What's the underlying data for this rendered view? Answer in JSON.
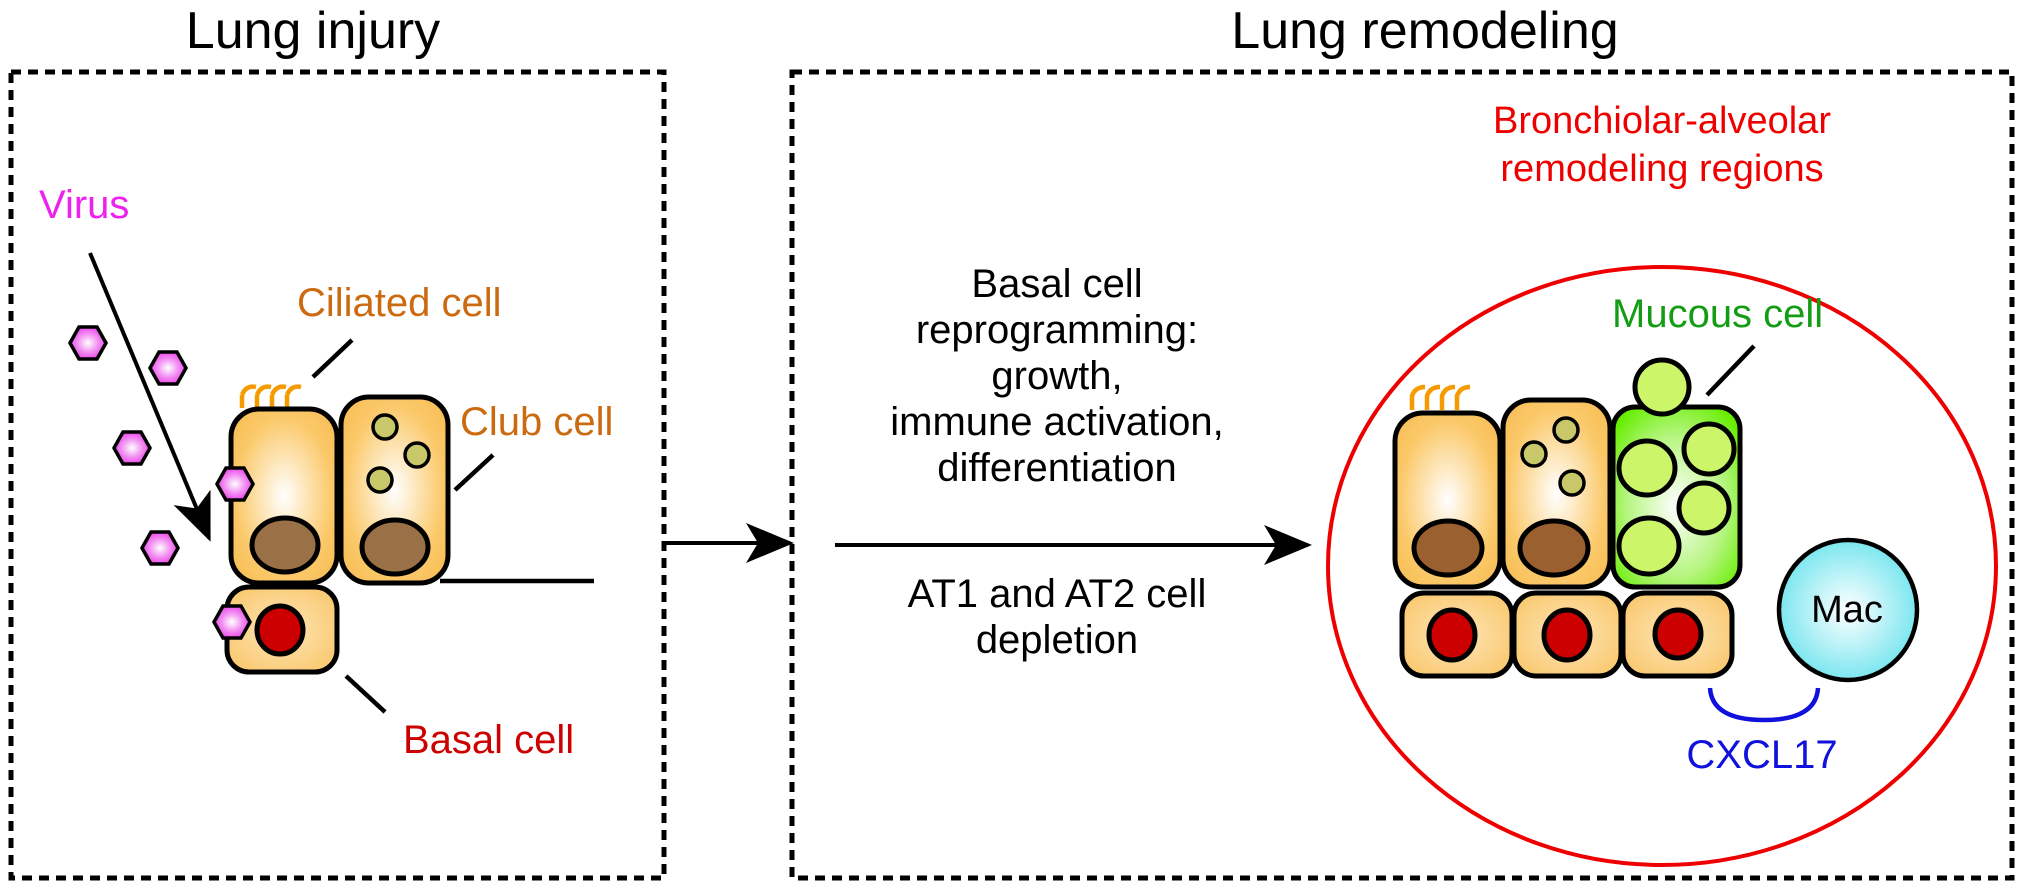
{
  "panels": {
    "injury": {
      "title": "Lung injury",
      "labels": {
        "virus": "Virus",
        "ciliated_cell": "Ciliated cell",
        "club_cell": "Club cell",
        "basal_cell": "Basal cell"
      }
    },
    "remodeling": {
      "title": "Lung remodeling",
      "region_label_line1": "Bronchiolar-alveolar",
      "region_label_line2": "remodeling regions",
      "labels": {
        "mucous_cell": "Mucous cell",
        "macrophage": "Mac",
        "chemokine": "CXCL17"
      }
    }
  },
  "transition": {
    "above_arrow": [
      "Basal cell",
      "reprogramming:",
      "growth,",
      "immune activation,",
      "differentiation"
    ],
    "below_arrow": [
      "AT1 and AT2 cell",
      "depletion"
    ]
  },
  "colors": {
    "virus_label": "#ee22ee",
    "ciliated_club_label": "#cc6a10",
    "basal_label": "#cc0000",
    "region_label": "#ee0000",
    "mucous_label": "#149c14",
    "chemokine": "#1111dd",
    "cell_fill": "#fbc96a",
    "nucleus_brown": "#9a6a3a",
    "nucleus_red": "#cc0000",
    "mucous_fill": "#6ef00a",
    "granule": "#c8c86a",
    "mucus_globule": "#ccf56a",
    "macrophage_fill": "#7ae8f0"
  }
}
